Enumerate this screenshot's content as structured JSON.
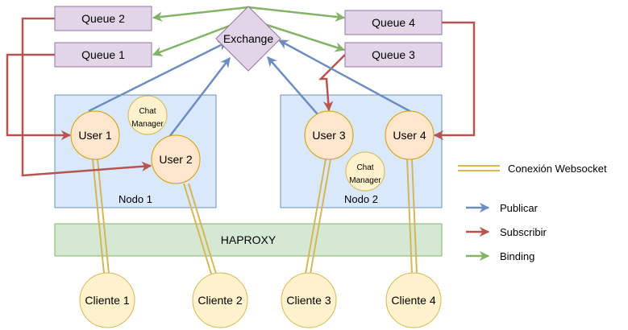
{
  "colors": {
    "publicar": "#6c8ebf",
    "subscribir": "#b85450",
    "binding": "#82b366",
    "websocket": "#d6b656",
    "queue_fill": "#e1d5e7",
    "queue_stroke": "#9673a6",
    "node_fill": "#dae8fc",
    "node_stroke": "#6c8ebf",
    "user_fill": "#ffe6cc",
    "user_stroke": "#d79b00",
    "client_fill": "#fff2cc",
    "client_stroke": "#d6b656",
    "haproxy_fill": "#d5e8d4",
    "haproxy_stroke": "#82b366"
  },
  "exchange": {
    "label": "Exchange"
  },
  "queues": [
    {
      "id": "queue2",
      "label": "Queue 2"
    },
    {
      "id": "queue1",
      "label": "Queue 1"
    },
    {
      "id": "queue4",
      "label": "Queue 4"
    },
    {
      "id": "queue3",
      "label": "Queue 3"
    }
  ],
  "nodes": [
    {
      "id": "nodo1",
      "label": "Nodo 1"
    },
    {
      "id": "nodo2",
      "label": "Nodo 2"
    }
  ],
  "users": [
    {
      "id": "user1",
      "label": "User 1"
    },
    {
      "id": "user2",
      "label": "User 2"
    },
    {
      "id": "user3",
      "label": "User 3"
    },
    {
      "id": "user4",
      "label": "User 4"
    }
  ],
  "chat_managers": [
    {
      "line1": "Chat",
      "line2": "Manager"
    },
    {
      "line1": "Chat",
      "line2": "Manager"
    }
  ],
  "haproxy": {
    "label": "HAPROXY"
  },
  "clients": [
    {
      "id": "cliente1",
      "label": "Cliente 1"
    },
    {
      "id": "cliente2",
      "label": "Cliente 2"
    },
    {
      "id": "cliente3",
      "label": "Cliente 3"
    },
    {
      "id": "cliente4",
      "label": "Cliente 4"
    }
  ],
  "legend": {
    "websocket": "Conexión Websocket",
    "publicar": "Publicar",
    "subscribir": "Subscribir",
    "binding": "Binding"
  }
}
